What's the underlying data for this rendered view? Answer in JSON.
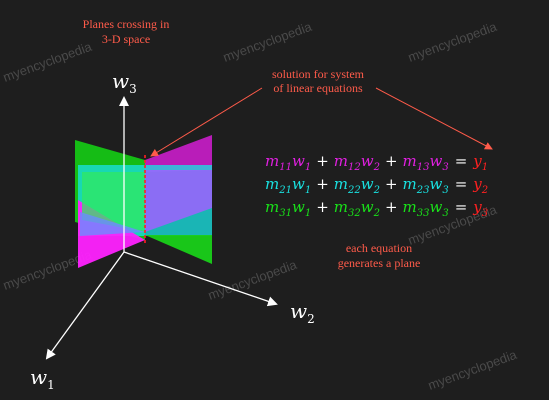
{
  "title_lines": [
    "Planes crossing in",
    "3-D space"
  ],
  "solution_note_lines": [
    "solution for system",
    "of linear equations"
  ],
  "plane_note_lines": [
    "each equation",
    "generates a plane"
  ],
  "watermark": "myencyclopedia",
  "axes": {
    "w3": "w",
    "w3_sub": "3",
    "w2": "w",
    "w2_sub": "2",
    "w1": "w",
    "w1_sub": "1"
  },
  "colors": {
    "background": "#1e1e1e",
    "note": "#ff5b4a",
    "row1": "#e020e0",
    "row2": "#19e0e0",
    "row3": "#19e019",
    "y": "#ff2020",
    "axis": "#ffffff"
  },
  "equations": [
    {
      "terms": [
        "m",
        "11",
        "w",
        "1",
        "m",
        "12",
        "w",
        "2",
        "m",
        "13",
        "w",
        "3"
      ],
      "rhs": "y",
      "rhs_sub": "1"
    },
    {
      "terms": [
        "m",
        "21",
        "w",
        "1",
        "m",
        "22",
        "w",
        "2",
        "m",
        "23",
        "w",
        "3"
      ],
      "rhs": "y",
      "rhs_sub": "2"
    },
    {
      "terms": [
        "m",
        "31",
        "w",
        "1",
        "m",
        "32",
        "w",
        "2",
        "m",
        "33",
        "w",
        "3"
      ],
      "rhs": "y",
      "rhs_sub": "3"
    }
  ],
  "operators": {
    "plus": "+",
    "equals": "="
  }
}
